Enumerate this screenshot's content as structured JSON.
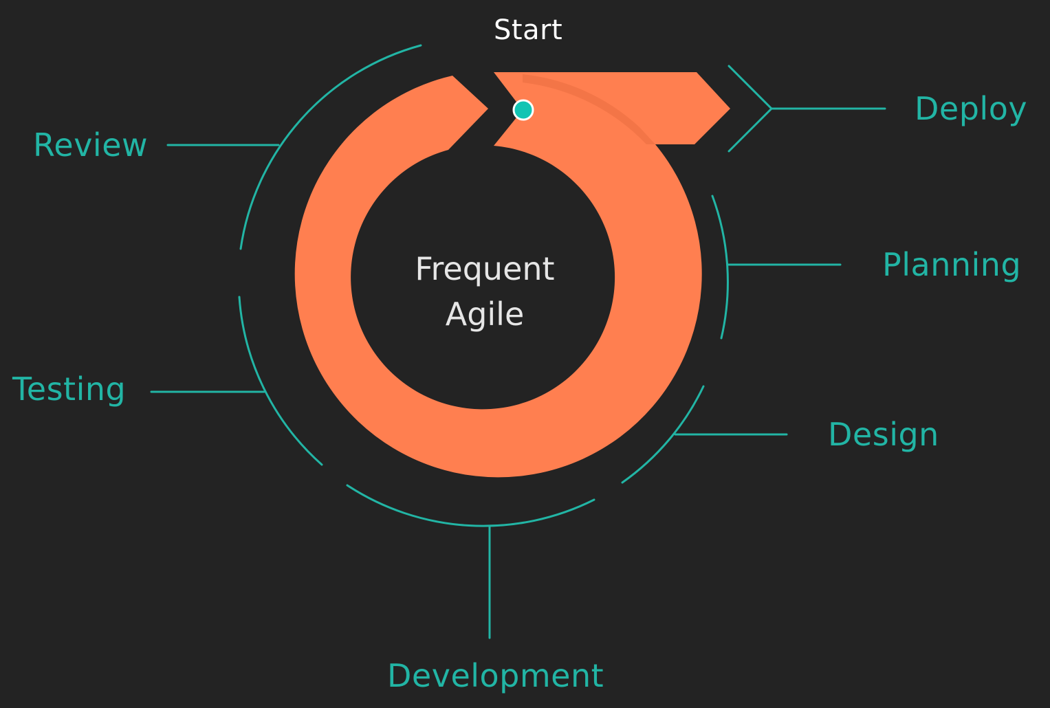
{
  "title": {
    "line1": "Frequent",
    "line2": "Agile"
  },
  "start_label": "Start",
  "phases": [
    {
      "id": "deploy",
      "label": "Deploy"
    },
    {
      "id": "planning",
      "label": "Planning"
    },
    {
      "id": "design",
      "label": "Design"
    },
    {
      "id": "development",
      "label": "Development"
    },
    {
      "id": "testing",
      "label": "Testing"
    },
    {
      "id": "review",
      "label": "Review"
    }
  ],
  "colors": {
    "background": "#232323",
    "ring": "#ff7f50",
    "accent": "#22b5a5",
    "start_dot": "#12c4b3",
    "text_light": "#e6e6e6"
  },
  "icons": [
    "cycle-ring-arrow",
    "start-dot-icon"
  ]
}
